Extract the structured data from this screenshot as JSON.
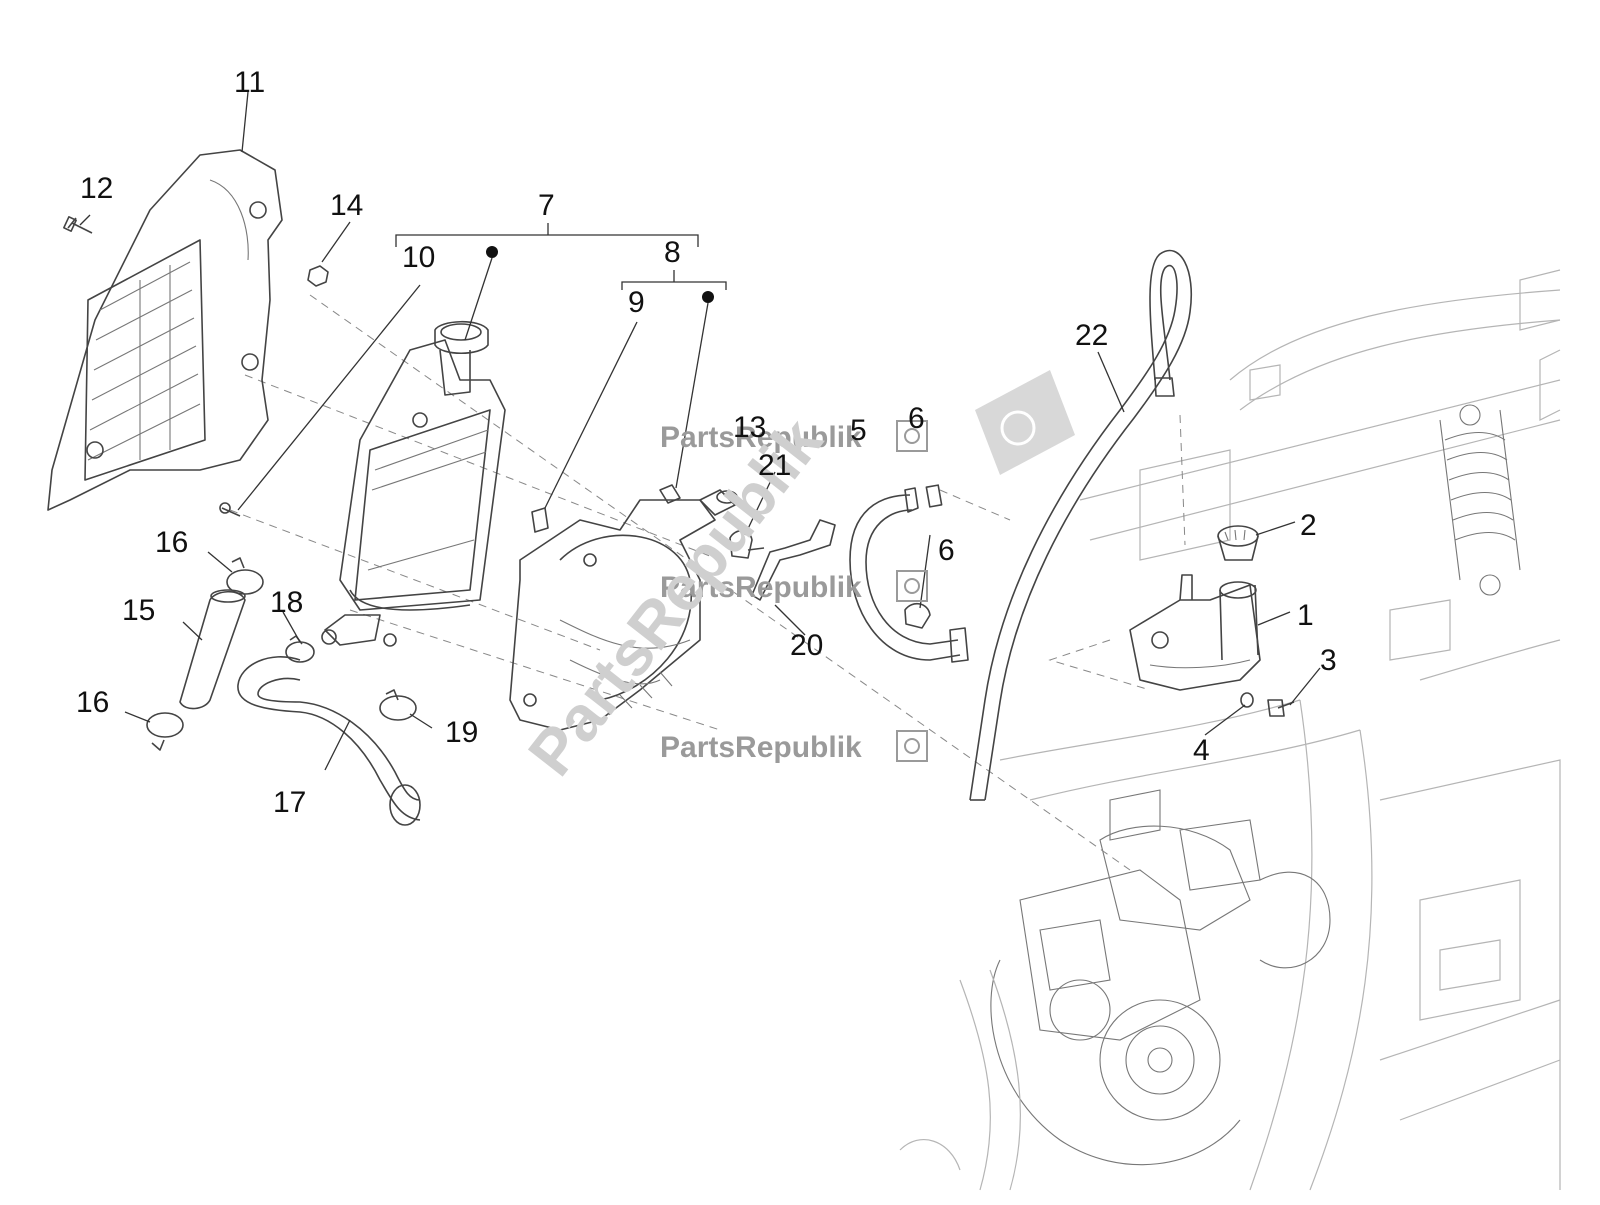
{
  "diagram": {
    "callouts": [
      "1",
      "2",
      "3",
      "4",
      "5",
      "6",
      "6",
      "7",
      "8",
      "9",
      "10",
      "11",
      "12",
      "13",
      "14",
      "15",
      "16",
      "16",
      "17",
      "18",
      "19",
      "20",
      "21",
      "22"
    ],
    "watermarks": [
      "PartsRepublik",
      "PartsRepublik",
      "PartsRepublik",
      "PartsRepublik"
    ],
    "colors": {
      "line": "#444444",
      "ghost": "#b5b5b5",
      "watermark": "#9a9a9a",
      "text": "#111111"
    }
  }
}
